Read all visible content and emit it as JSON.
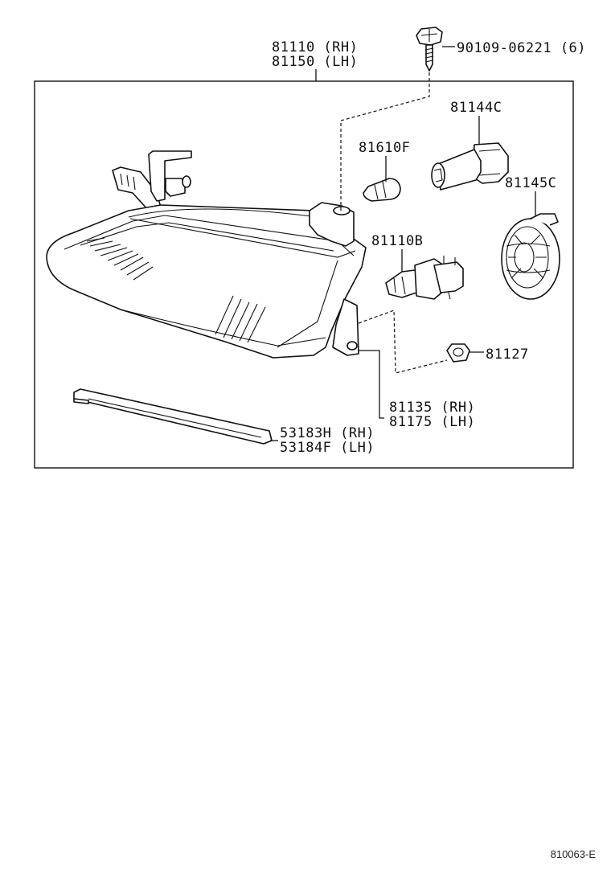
{
  "diagram": {
    "part_labels": {
      "headlamp_assy": [
        "81110 (RH)",
        "81150 (LH)"
      ],
      "screw": "90109-06221 (6)",
      "socket_81144c": "81144C",
      "bulb_81610f": "81610F",
      "cover_81145c": "81145C",
      "bulb_81110b": "81110B",
      "nut_81127": "81127",
      "bracket": [
        "81135 (RH)",
        "81175 (LH)"
      ],
      "retainer": [
        "53183H (RH)",
        "53184F (LH)"
      ]
    },
    "reference_code": "810063-E"
  }
}
